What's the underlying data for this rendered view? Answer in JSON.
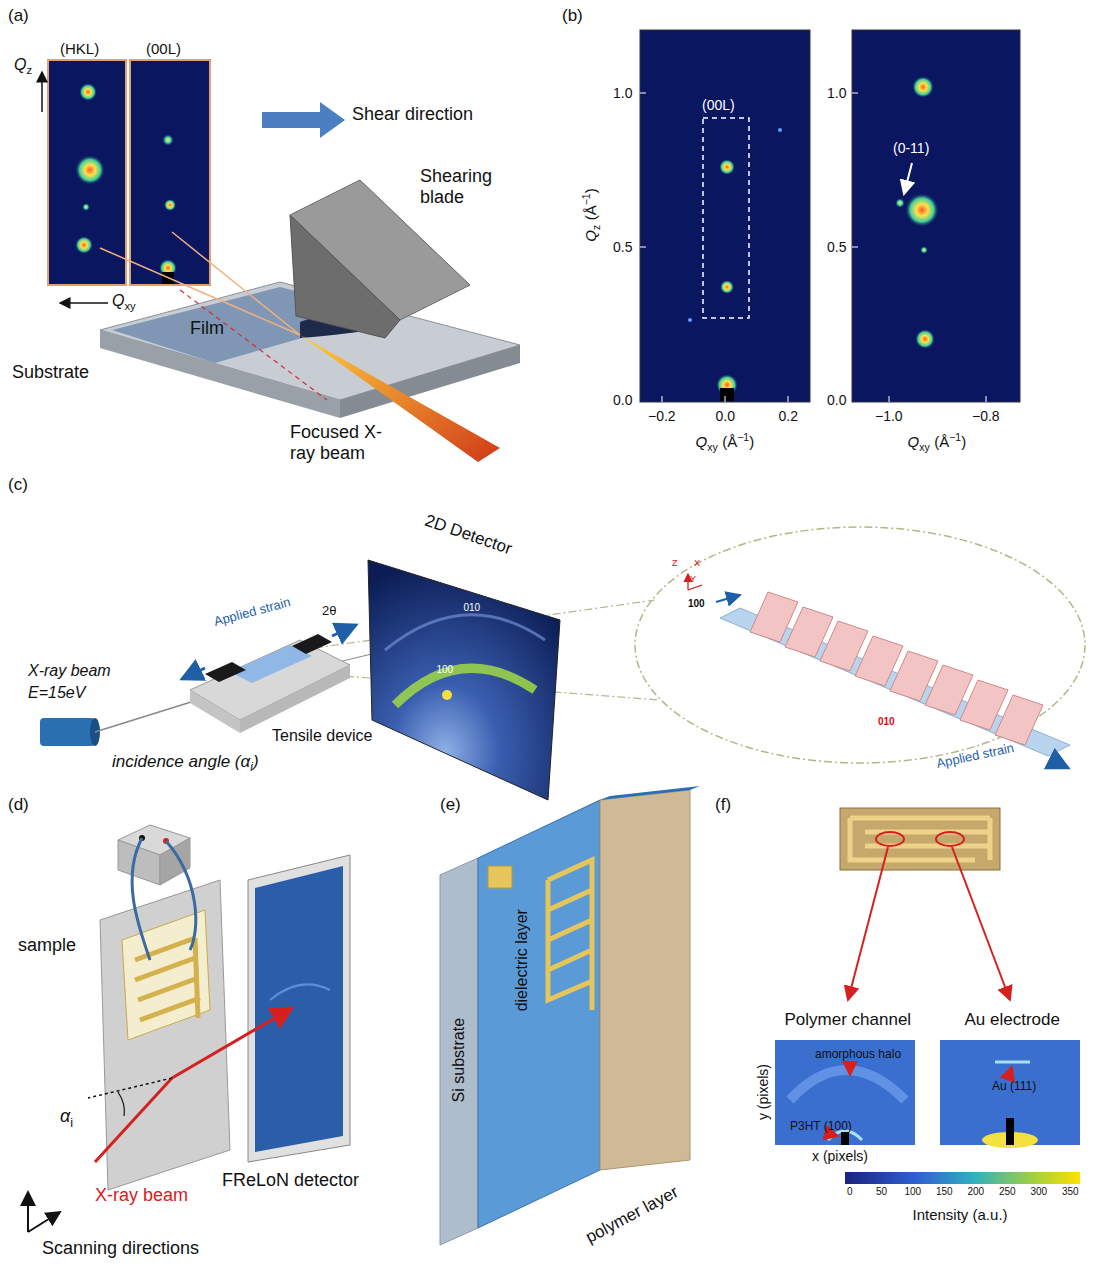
{
  "diagram": {
    "labels": [
      "(a)",
      "(HKL)",
      "(00L)",
      "Q",
      "z",
      "Q",
      "xy",
      "Shear direction",
      "Shearing blade",
      "Film",
      "Substrate",
      "Focused X-ray beam",
      "(b)",
      "1.0",
      "0.5",
      "0.0",
      "−0.2",
      "0.0",
      "0.2",
      "(00L)",
      "Q",
      "z",
      "(Å",
      "−1",
      ")",
      "Q",
      "xy",
      "(Å",
      "−1",
      ")",
      "1.0",
      "0.5",
      "0.0",
      "−1.0",
      "−0.8",
      "(0-11)",
      "Q",
      "xy",
      "(Å",
      "−1",
      ")",
      "(c)",
      "2D Detector",
      "010",
      "100",
      "X-ray beam",
      "E=15eV",
      "incidence angle (α",
      "i",
      ")",
      "Applied strain",
      "Tensile device",
      "2θ",
      "Z",
      "X",
      "Y",
      "100",
      "010",
      "Applied strain",
      "(d)",
      "sample",
      "α",
      "i",
      "X-ray beam",
      "Scanning directions",
      "FReLoN detector",
      "(e)",
      "Si substrate",
      "dielectric layer",
      "polymer layer",
      "(f)",
      "Polymer channel",
      "Au electrode",
      "amorphous halo",
      "P3HT (100)",
      "Au (111)",
      "y (pixels)",
      "x (pixels)",
      "0",
      "50",
      "100",
      "150",
      "200",
      "250",
      "300",
      "350",
      "Intensity (a.u.)"
    ]
  }
}
